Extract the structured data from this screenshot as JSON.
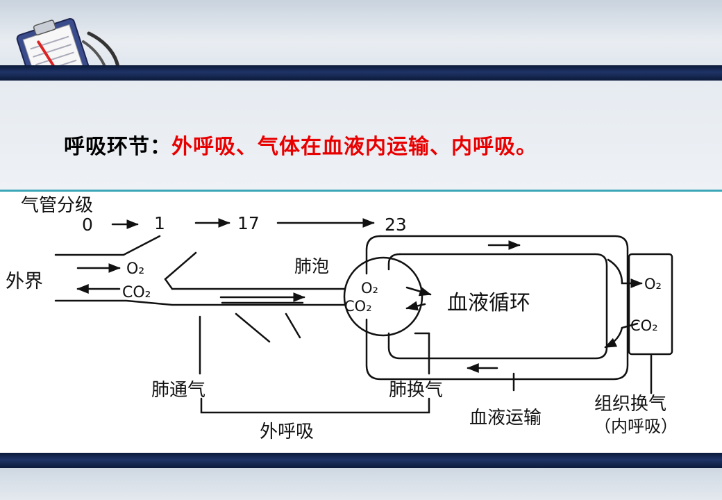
{
  "slide": {
    "title_lead": "呼吸环节：",
    "title_rest": "外呼吸、气体在血液内运输、内呼吸。"
  },
  "diagram": {
    "airway_label": "气管分级",
    "gen0": "0",
    "gen1": "1",
    "gen17": "17",
    "gen23": "23",
    "outside": "外界",
    "o2_left": "O₂",
    "co2_left": "CO₂",
    "alveolus": "肺泡",
    "o2_alv": "O₂",
    "co2_alv": "CO₂",
    "circulation": "血液循环",
    "o2_tissue": "O₂",
    "co2_tissue": "CO₂",
    "pulm_ventilation": "肺通气",
    "pulm_exchange": "肺换气",
    "blood_transport": "血液运输",
    "tissue_exchange": "组织换气",
    "internal_resp": "（内呼吸）",
    "external_resp": "外呼吸"
  },
  "colors": {
    "band": "#1f3366",
    "title_red": "#e80000",
    "teal_line": "#3aa6b8"
  },
  "icons": {
    "logo": "clipboard-stethoscope-icon"
  }
}
